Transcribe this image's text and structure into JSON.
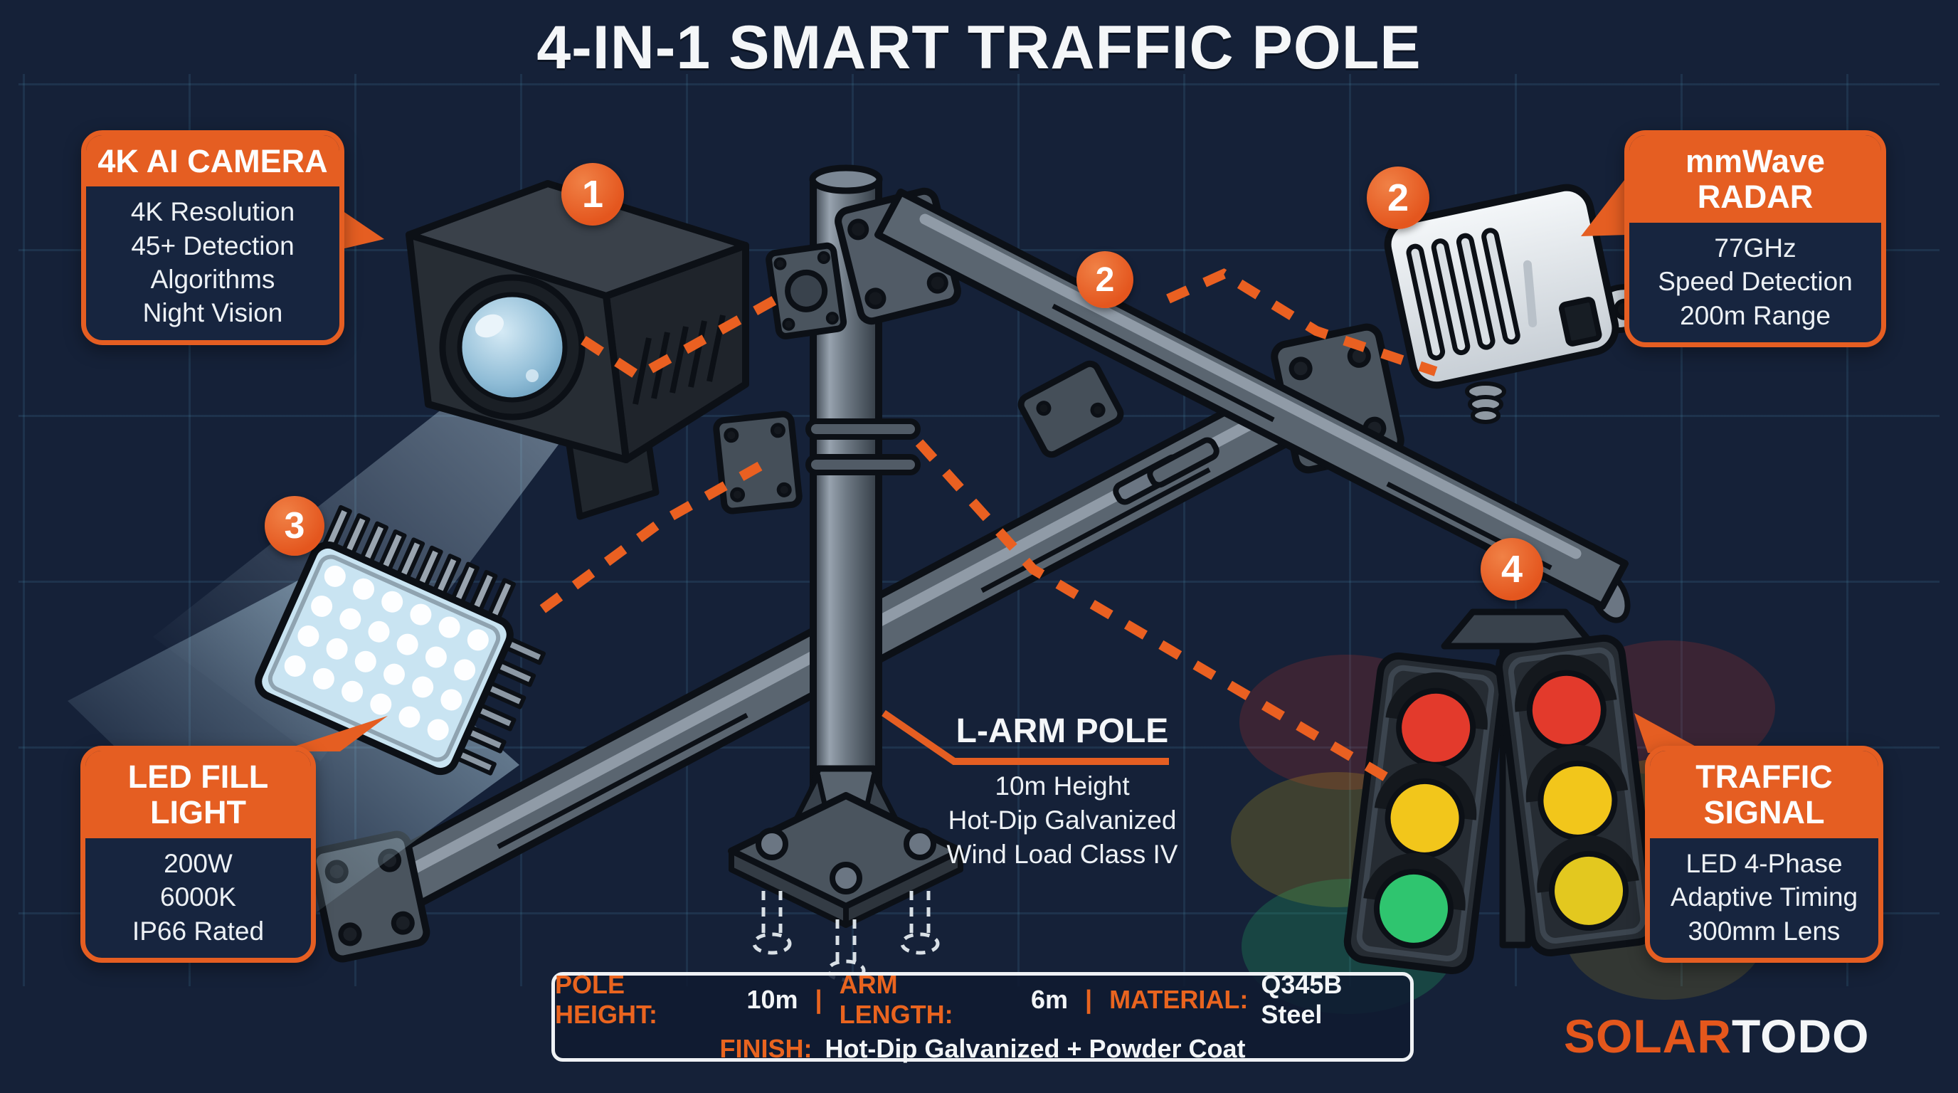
{
  "title": "4-IN-1 SMART TRAFFIC POLE",
  "colors": {
    "background": "#152138",
    "accent_orange": "#E55E22",
    "callout_panel": "#17253F",
    "grid_line": "#2F6A84",
    "steel_gray": "#59646F",
    "text_white": "#F2F5F7",
    "signal_red": "#E33A2C",
    "signal_yellow": "#F2C61B",
    "signal_green": "#2FC56F"
  },
  "callouts": {
    "camera": {
      "badge": "1",
      "title": "4K AI CAMERA",
      "lines": [
        "4K Resolution",
        "45+ Detection Algorithms",
        "Night Vision"
      ]
    },
    "radar": {
      "badge": "2",
      "title": "mmWave RADAR",
      "lines": [
        "77GHz",
        "Speed Detection",
        "200m Range"
      ]
    },
    "led_fill_light": {
      "badge": "3",
      "title": "LED FILL LIGHT",
      "lines": [
        "200W",
        "6000K",
        "IP66 Rated"
      ]
    },
    "traffic_signal": {
      "badge": "4",
      "title": "TRAFFIC SIGNAL",
      "lines": [
        "LED 4-Phase",
        "Adaptive Timing",
        "300mm Lens"
      ]
    }
  },
  "pole_label": {
    "title": "L-ARM POLE",
    "lines": [
      "10m Height",
      "Hot-Dip Galvanized",
      "Wind Load Class IV"
    ]
  },
  "spec_bar": {
    "separator": "|",
    "row1": [
      {
        "label": "POLE HEIGHT:",
        "value": "10m"
      },
      {
        "label": "ARM LENGTH:",
        "value": "6m"
      },
      {
        "label": "MATERIAL:",
        "value": "Q345B Steel"
      }
    ],
    "row2": {
      "label": "FINISH:",
      "value": "Hot-Dip Galvanized + Powder Coat"
    }
  },
  "logo": {
    "primary": "SOLAR",
    "secondary": "TODO"
  }
}
